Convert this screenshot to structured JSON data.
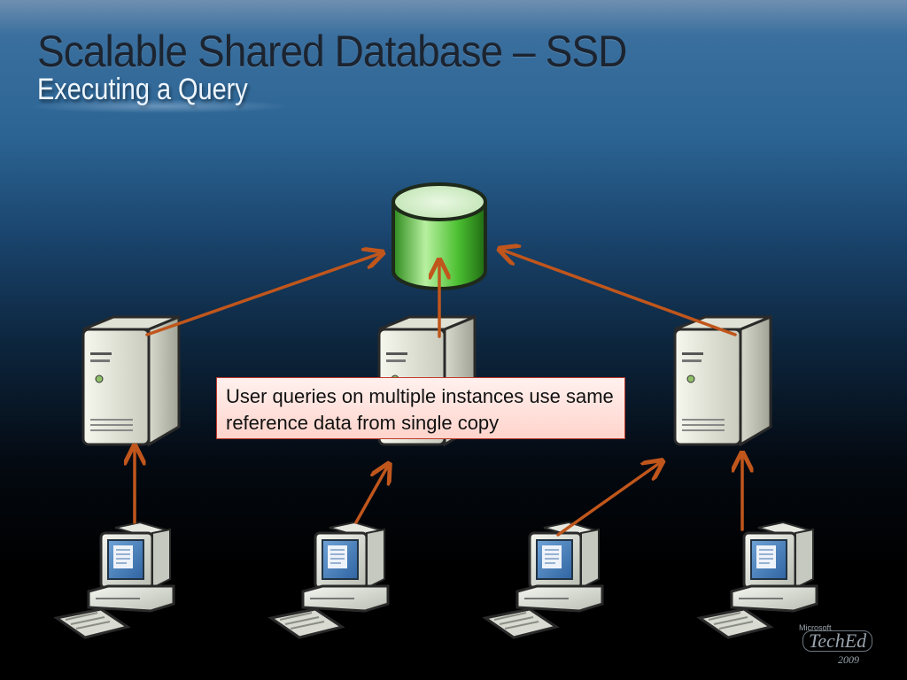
{
  "slide": {
    "title": "Scalable Shared Database – SSD",
    "subtitle": "Executing a Query",
    "callout": "User queries on multiple instances use same reference data from single copy",
    "logo": {
      "brand": "Microsoft",
      "name": "TechEd",
      "year": "2009"
    }
  },
  "colors": {
    "arrow": "#c0561c",
    "database": "#3fae2a",
    "callout_fill": "#ffdcd5",
    "callout_border": "#c0392b"
  },
  "nodes": {
    "database": "database-icon",
    "servers": [
      "server-icon",
      "server-icon",
      "server-icon"
    ],
    "clients": [
      "client-computer-icon",
      "client-computer-icon",
      "client-computer-icon",
      "client-computer-icon"
    ]
  }
}
